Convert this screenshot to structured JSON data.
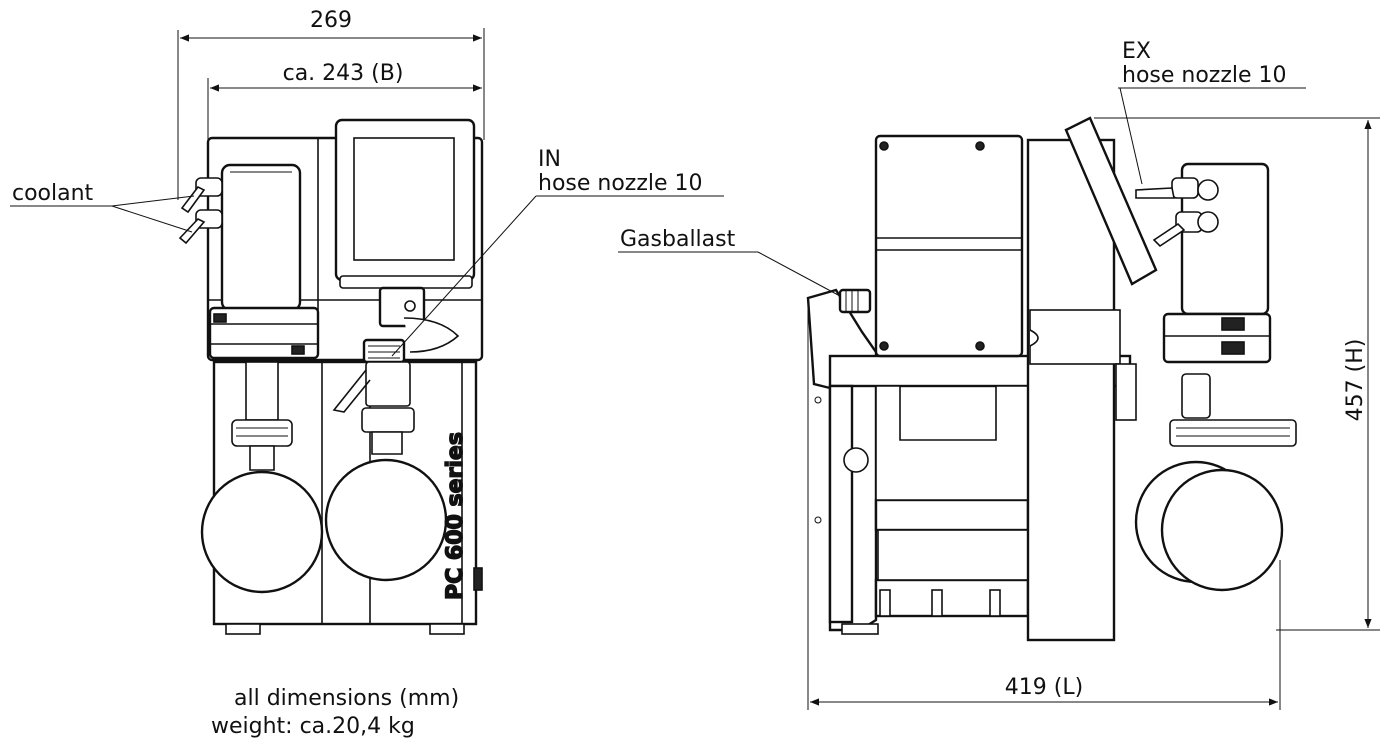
{
  "dimensions": {
    "overall_width": "269",
    "body_width": "ca. 243 (B)",
    "length": "419 (L)",
    "height": "457 (H)"
  },
  "callouts": {
    "coolant": "coolant",
    "in_line1": "IN",
    "in_line2": "hose nozzle 10",
    "ex_line1": "EX",
    "ex_line2": "hose nozzle 10",
    "gasballast": "Gasballast"
  },
  "product_label": "PC 600 series",
  "notes": {
    "line1": "all dimensions (mm)",
    "line2": "weight:  ca.20,4 kg"
  }
}
